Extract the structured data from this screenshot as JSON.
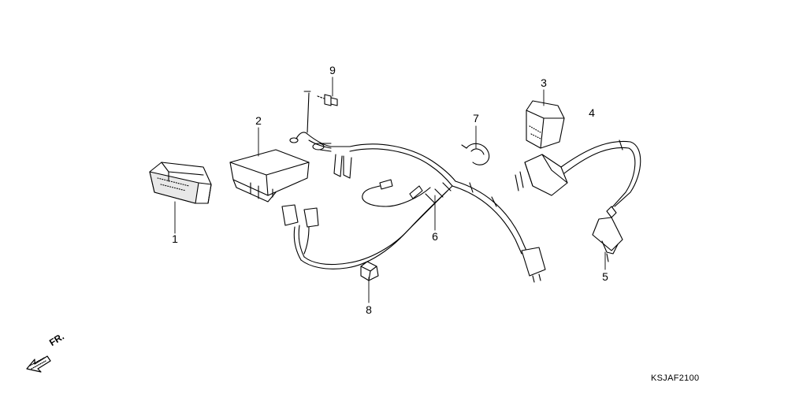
{
  "diagram": {
    "code": "KSJAF2100",
    "direction_label": "FR.",
    "callouts": [
      {
        "id": "1",
        "label": "1"
      },
      {
        "id": "2",
        "label": "2"
      },
      {
        "id": "3",
        "label": "3"
      },
      {
        "id": "4",
        "label": "4"
      },
      {
        "id": "5",
        "label": "5"
      },
      {
        "id": "6",
        "label": "6"
      },
      {
        "id": "7",
        "label": "7"
      },
      {
        "id": "8",
        "label": "8"
      },
      {
        "id": "9",
        "label": "9"
      }
    ],
    "colors": {
      "line": "#000000",
      "background": "#ffffff"
    }
  }
}
